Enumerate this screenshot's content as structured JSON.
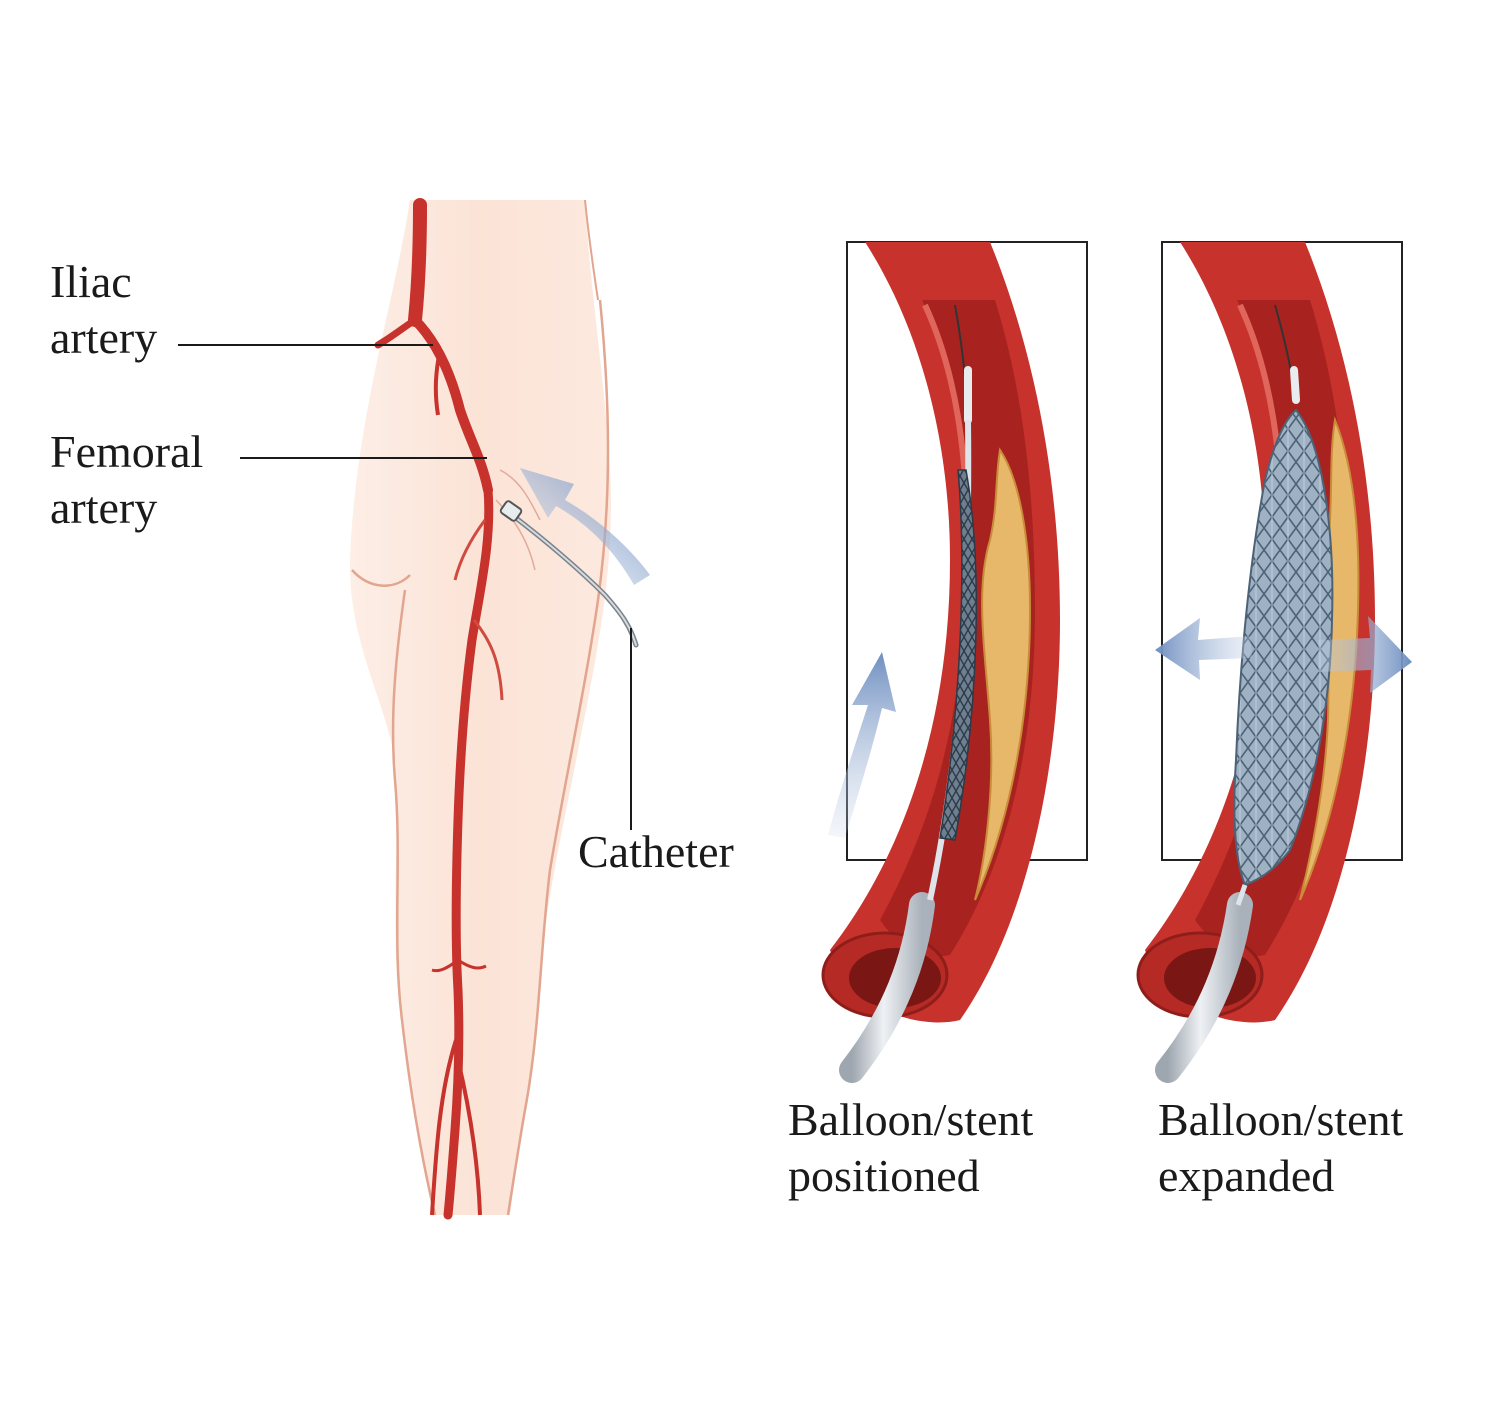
{
  "labels": {
    "iliac": [
      "Iliac",
      "artery"
    ],
    "femoral": [
      "Femoral",
      "artery"
    ],
    "catheter": "Catheter",
    "positioned": [
      "Balloon/stent",
      "positioned"
    ],
    "expanded": [
      "Balloon/stent",
      "expanded"
    ]
  },
  "colors": {
    "skin": "#fbe4d8",
    "skin_outline": "#e2a58f",
    "artery": "#c8322c",
    "artery_light": "#e0655b",
    "artery_dark": "#8f1d1a",
    "plaque": "#e7b86a",
    "stent": "#8fa4b6",
    "arrow": "#7f9fcb",
    "catheter": "#c9cfd6",
    "frame": "#222222"
  },
  "icons": [
    "insertion-arrow-icon",
    "advance-arrow-icon",
    "expand-left-arrow-icon",
    "expand-right-arrow-icon"
  ]
}
